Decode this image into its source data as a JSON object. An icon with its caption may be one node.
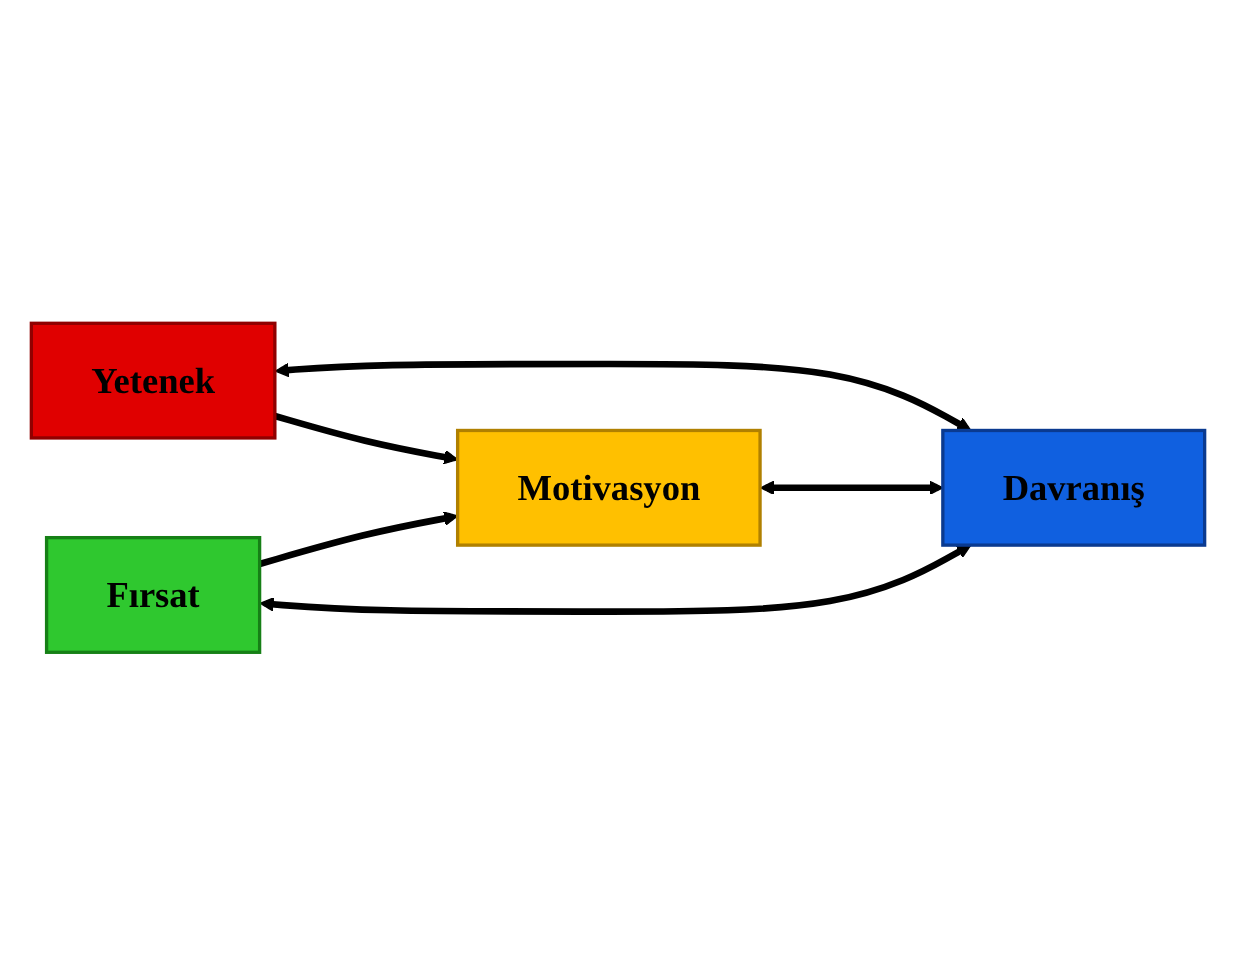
{
  "diagram": {
    "nodes": [
      {
        "text": [
          "Yetenek"
        ]
      },
      {
        "text": [
          "Motivasyon"
        ]
      },
      {
        "text": [
          "Fırsat"
        ]
      },
      {
        "text": [
          "Davranış"
        ]
      }
    ],
    "edges": [
      {
        "from": 0,
        "to": 1,
        "arrow": "to"
      },
      {
        "from": 2,
        "to": 1,
        "arrow": "to"
      },
      {
        "from": 0,
        "to": 3,
        "arrow": "both"
      },
      {
        "from": 1,
        "to": 3,
        "arrow": "both"
      },
      {
        "from": 2,
        "to": 3,
        "arrow": "both"
      }
    ]
  }
}
